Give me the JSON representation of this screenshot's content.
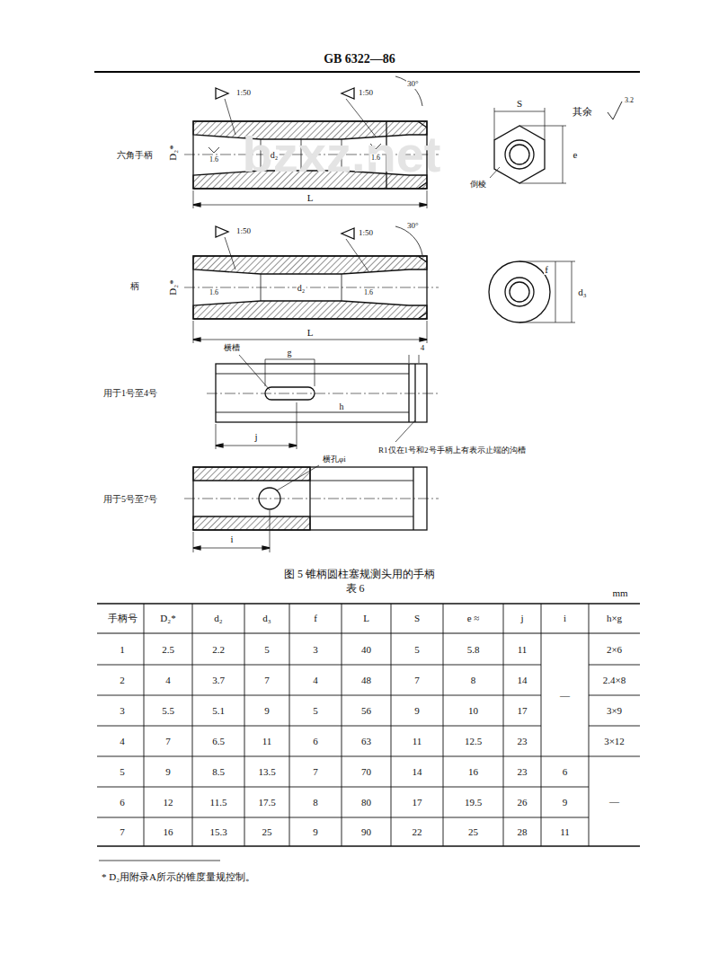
{
  "diagram": {
    "title": "GB 6322—86",
    "caption": "图 5 锥柄圆柱塞规测头用的手柄",
    "labels": [
      "1:50",
      "1:50",
      "30°",
      "S",
      "其余",
      "3.2",
      "D₂*",
      "六角手柄",
      "1.6",
      "d₂",
      "1.6",
      "e",
      "倒棱",
      "L",
      "1:50",
      "1:50",
      "30°",
      "柄",
      "D₂*",
      "1.6",
      "d₂",
      "1.6",
      "f",
      "d₃",
      "L",
      "横槽",
      "g",
      "4",
      "h",
      "用于1号至4号",
      "j",
      "R1仅在1号和2号手柄上有表示止端的沟槽",
      "横孔φi",
      "用于5号至7号",
      "i",
      "表 6",
      "mm",
      "手柄号",
      "D₂*",
      "d₂",
      "d₃",
      "f",
      "L",
      "S",
      "e ≈",
      "j",
      "i",
      "h×g",
      "1",
      "2.5",
      "2.2",
      "5",
      "3",
      "40",
      "5",
      "5.8",
      "11",
      "—",
      "2×6",
      "2",
      "4",
      "3.7",
      "7",
      "4",
      "48",
      "7",
      "8",
      "14",
      "2.4×8",
      "3",
      "5.5",
      "5.1",
      "9",
      "5",
      "56",
      "9",
      "10",
      "17",
      "3×9",
      "4",
      "7",
      "6.5",
      "11",
      "6",
      "63",
      "11",
      "12.5",
      "23",
      "3×12",
      "5",
      "9",
      "8.5",
      "13.5",
      "7",
      "70",
      "14",
      "16",
      "23",
      "6",
      "—",
      "6",
      "12",
      "11.5",
      "17.5",
      "8",
      "80",
      "17",
      "19.5",
      "26",
      "9",
      "7",
      "16",
      "15.3",
      "25",
      "9",
      "90",
      "22",
      "25",
      "28",
      "11",
      "* D₂用附录A所示的锥度量规控制。",
      "bzxz.net"
    ]
  }
}
